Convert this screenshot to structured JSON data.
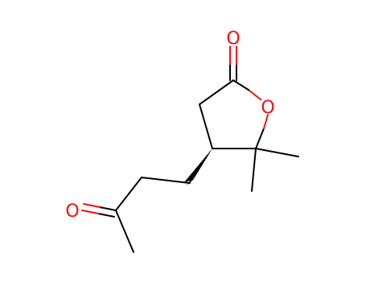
{
  "molecule": {
    "atoms": [
      {
        "id": "carbonyl_o_ring",
        "symbol": "O"
      },
      {
        "id": "ring_o",
        "symbol": "O"
      },
      {
        "id": "ketone_o",
        "symbol": "O"
      }
    ],
    "colors": {
      "bond": "#000000",
      "oxygen": "#ff0d0d"
    }
  }
}
